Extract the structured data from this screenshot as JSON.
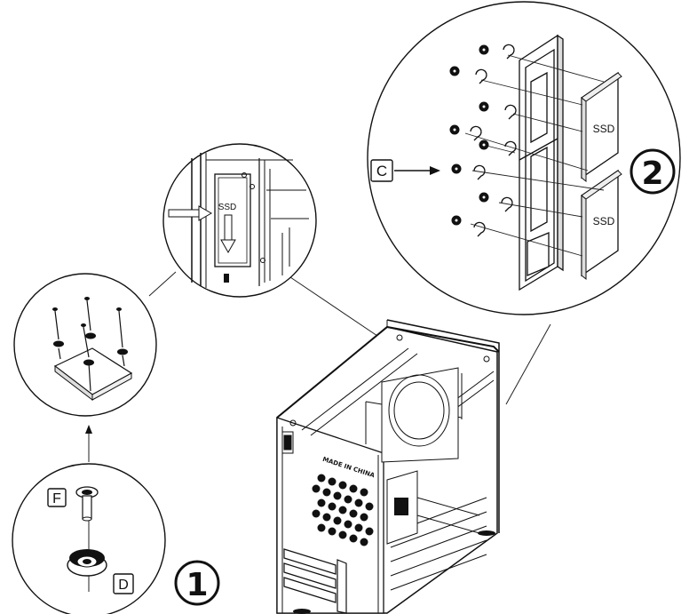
{
  "diagram": {
    "step_labels": {
      "step1": "1",
      "step2": "2"
    },
    "callouts": {
      "f": "F",
      "d": "D",
      "c": "C"
    },
    "ssd_labels": {
      "top_drive": "SSD",
      "bottom_drive": "SSD",
      "bracket_drive": "SSD"
    },
    "case_stamp": "MADE IN CHINA"
  }
}
